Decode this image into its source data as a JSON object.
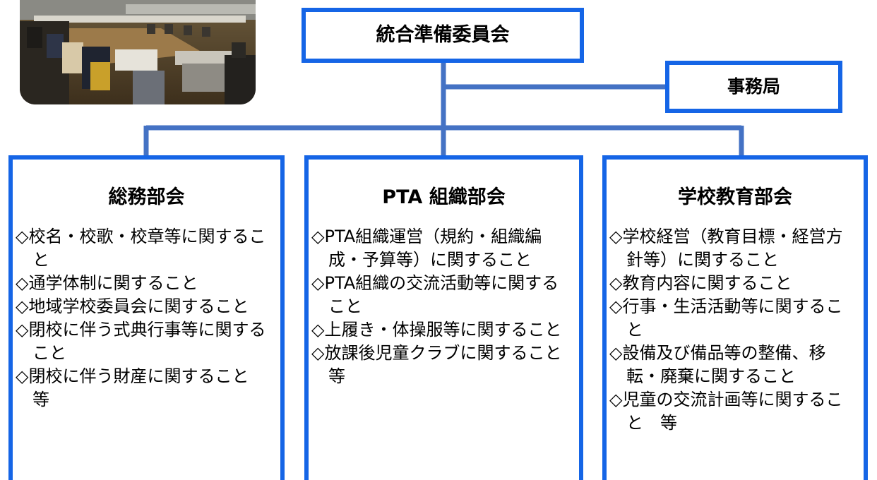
{
  "top_box": {
    "title": "統合準備委員会"
  },
  "office_box": {
    "title": "事務局"
  },
  "list_marker": "◇",
  "departments": [
    {
      "title": "総務部会",
      "items": [
        "校名・校歌・校章等に関すること",
        "通学体制に関すること",
        "地域学校委員会に関すること",
        "閉校に伴う式典行事等に関すること",
        "閉校に伴う財産に関すること　等"
      ]
    },
    {
      "title": "PTA 組織部会",
      "items": [
        "PTA組織運営（規約・組織編成・予算等）に関すること",
        "PTA組織の交流活動等に関すること",
        "上履き・体操服等に関すること",
        "放課後児童クラブに関すること　等"
      ]
    },
    {
      "title": "学校教育部会",
      "items": [
        "学校経営（教育目標・経営方針等）に関すること",
        "教育内容に関すること",
        "行事・生活活動等に関すること",
        "設備及び備品等の整備、移転・廃棄に関すること",
        "児童の交流計画等に関すること　等"
      ]
    }
  ],
  "colors": {
    "box_border": "#1565e6",
    "connector": "#4472c4"
  }
}
